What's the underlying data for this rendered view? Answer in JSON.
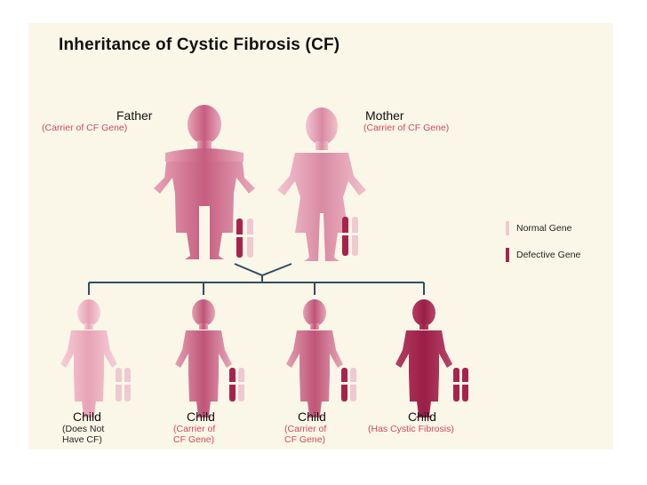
{
  "title": "Inheritance of Cystic Fibrosis (CF)",
  "parents": {
    "father": {
      "label": "Father",
      "status": "(Carrier of CF Gene)"
    },
    "mother": {
      "label": "Mother",
      "status": "(Carrier of CF Gene)"
    }
  },
  "children": [
    {
      "label": "Child",
      "status_line1": "(Does Not",
      "status_line2": "Have CF)"
    },
    {
      "label": "Child",
      "status_line1": "(Carrier of",
      "status_line2": "CF Gene)"
    },
    {
      "label": "Child",
      "status_line1": "(Carrier of",
      "status_line2": "CF Gene)"
    },
    {
      "label": "Child",
      "status_line1": "(Has Cystic Fibrosis)",
      "status_line2": ""
    }
  ],
  "legend": [
    {
      "label": "Normal Gene",
      "color": "#f0c8d0"
    },
    {
      "label": "Defective Gene",
      "color": "#a8234c"
    }
  ],
  "colors": {
    "normal_gene": "#f0c8d0",
    "defective_gene": "#a8234c",
    "connector": "#2f4d62",
    "status_red": "#d2475f",
    "status_dark": "#222222"
  }
}
